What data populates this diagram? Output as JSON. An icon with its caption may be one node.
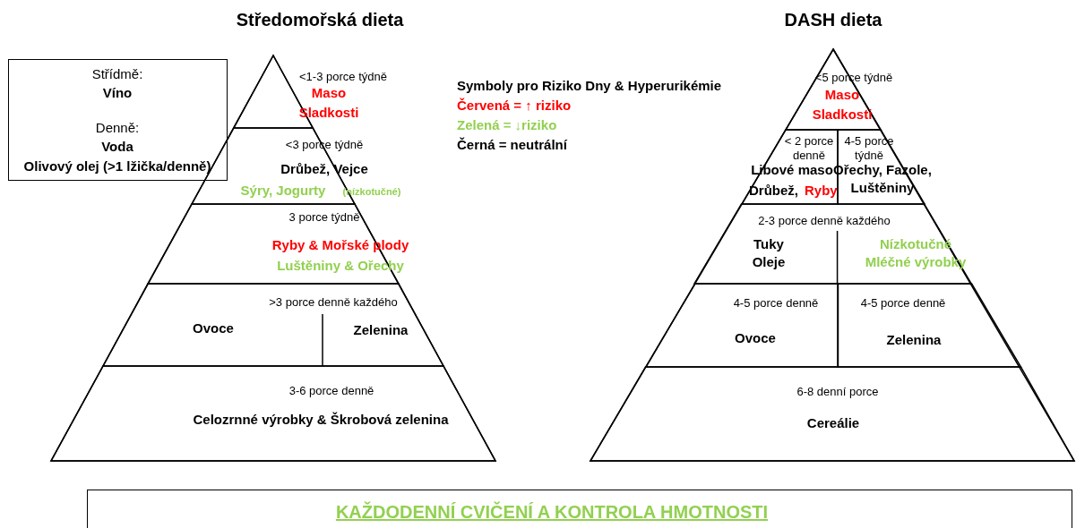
{
  "diagram": {
    "nodes": [
      {
        "text": [
          "Střídmě:",
          "Víno",
          "Denně:",
          "Voda",
          "Olivový olej (>1 lžička/denně)"
        ]
      },
      {
        "text": [
          "Středomořská dieta"
        ]
      },
      {
        "text": [
          "<1-3 porce týdně",
          "Maso",
          "Sladkosti"
        ],
        "in": 1
      },
      {
        "text": [
          "<3 porce týdně",
          "Drůbež, Vejce",
          "Sýry, Jogurty",
          "(nízkotučné)"
        ],
        "in": 1
      },
      {
        "text": [
          "3 porce týdně",
          "Ryby & Mořské plody",
          "Luštěniny & Ořechy"
        ],
        "in": 1
      },
      {
        "text": [
          ">3 porce denně každého"
        ],
        "in": 1
      },
      {
        "text": [
          "Ovoce"
        ],
        "in": 5
      },
      {
        "text": [
          "Zelenina"
        ],
        "in": 5
      },
      {
        "text": [
          "3-6 porce denně",
          "Celozrnné výrobky & Škrobová zelenina"
        ],
        "in": 1
      },
      {
        "text": [
          "DASH dieta"
        ]
      },
      {
        "text": [
          "<5 porce týdně",
          "Maso",
          "Sladkosti"
        ],
        "in": 9
      },
      {
        "text": [
          "< 2 porce denně",
          "Libové maso",
          "Drůbež,",
          "Ryby"
        ],
        "in": 9
      },
      {
        "text": [
          "4-5 porce týdně",
          "Ořechy, Fazole, Luštěniny"
        ],
        "in": 9
      },
      {
        "text": [
          "2-3 porce denně každého"
        ],
        "in": 9
      },
      {
        "text": [
          "Tuky Oleje"
        ],
        "in": 13
      },
      {
        "text": [
          "Nízkotučné Mléčné výrobky"
        ],
        "in": 13
      },
      {
        "text": [
          "4-5 porce denně",
          "Ovoce"
        ],
        "in": 9
      },
      {
        "text": [
          "4-5 porce denně",
          "Zelenina"
        ],
        "in": 9
      },
      {
        "text": [
          "6-8 denní porce",
          "Cereálie"
        ],
        "in": 9
      },
      {
        "text": [
          "KAŽDODENNÍ CVIČENÍ A KONTROLA HMOTNOSTI"
        ]
      }
    ],
    "edges": [],
    "labels": [
      "Symboly pro Riziko Dny & Hyperurikémie",
      "Červená = ↑ riziko",
      "Zelená = ↓riziko",
      "Černá = neutrální"
    ]
  }
}
